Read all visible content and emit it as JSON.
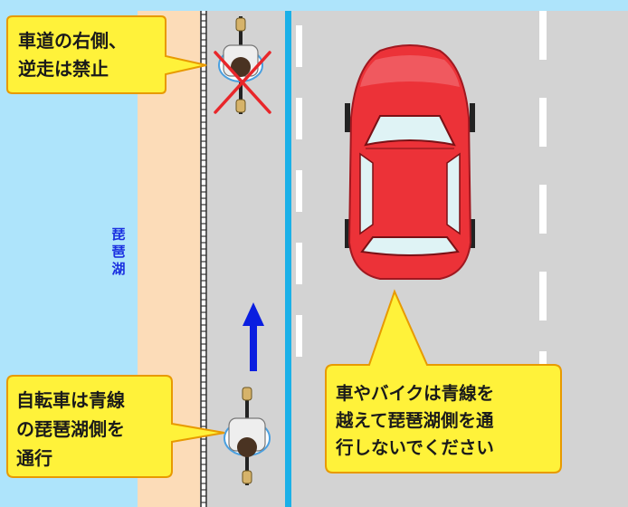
{
  "callouts": {
    "wrong_way": {
      "lines": [
        "車道の右側、",
        "逆走は禁止"
      ]
    },
    "bicycle_lane": {
      "lines": [
        "自転車は青線",
        "の琵琶湖側を",
        "通行"
      ]
    },
    "cars": {
      "lines": [
        "車やバイクは青線を",
        "越えて琵琶湖側を通",
        "行しないでください"
      ]
    }
  },
  "lake_label": {
    "chars": [
      "琵",
      "琶",
      "湖"
    ]
  },
  "colors": {
    "sky": "#aee4fb",
    "sidewalk": "#fcdcb8",
    "road": "#d3d3d3",
    "blue_line": "#1ab0e8",
    "car": "#ec3238",
    "callout_fill": "#fff23a",
    "callout_border": "#e89a00",
    "arrow": "#0a1ee0",
    "cross": "#e8262a"
  },
  "icons": {
    "arrow": "up-arrow-icon",
    "cross": "cross-mark-icon"
  }
}
